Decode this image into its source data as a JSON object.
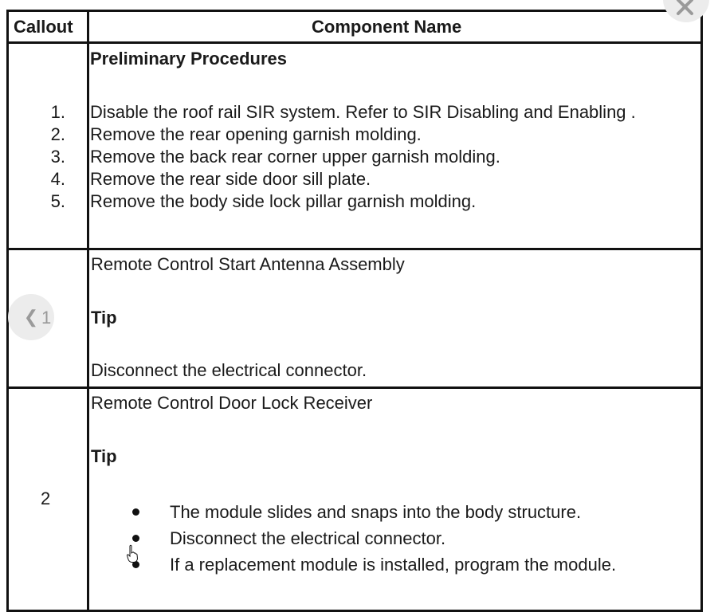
{
  "table": {
    "header": {
      "callout": "Callout",
      "component": "Component Name"
    },
    "preliminary": {
      "title": "Preliminary Procedures",
      "steps": [
        {
          "num": "1.",
          "text": "Disable the roof rail SIR system. Refer to SIR Disabling and Enabling ."
        },
        {
          "num": "2.",
          "text": "Remove the rear opening garnish molding."
        },
        {
          "num": "3.",
          "text": "Remove the back rear corner upper garnish molding."
        },
        {
          "num": "4.",
          "text": "Remove the rear side door sill plate."
        },
        {
          "num": "5.",
          "text": "Remove the body side lock pillar garnish molding."
        }
      ]
    },
    "rows": [
      {
        "callout": "1",
        "name": "Remote Control Start Antenna Assembly",
        "tip_label": "Tip",
        "tip_text": "Disconnect the electrical connector."
      },
      {
        "callout": "2",
        "name": "Remote Control Door Lock Receiver",
        "tip_label": "Tip",
        "bullets": [
          "The module slides and snaps into the body structure.",
          "Disconnect the electrical connector.",
          "If a replacement module is installed, program the module."
        ]
      }
    ]
  },
  "overlay": {
    "prev_glyph": "❮",
    "prev_icon": "chevron-left-icon",
    "close_glyph": "✕",
    "close_icon": "close-icon",
    "cursor_icon": "hand-pointer-icon"
  }
}
